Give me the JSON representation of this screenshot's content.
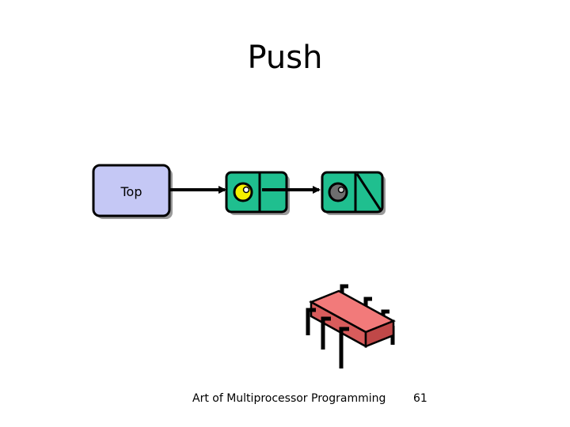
{
  "slide": {
    "title": "Push",
    "top_label": "Top",
    "footer": "Art of Multiprocessor Programming",
    "page_number": "61"
  },
  "colors": {
    "top_box_fill": "#c5c8f5",
    "node_fill": "#1fbf8f",
    "new_item_fill": "#f5f000",
    "old_item_fill": "#6e6e6e",
    "chip_fill": "#f27a7a"
  },
  "icons": [
    "arrow-icon",
    "null-pointer-icon",
    "cpu-chip-icon"
  ]
}
